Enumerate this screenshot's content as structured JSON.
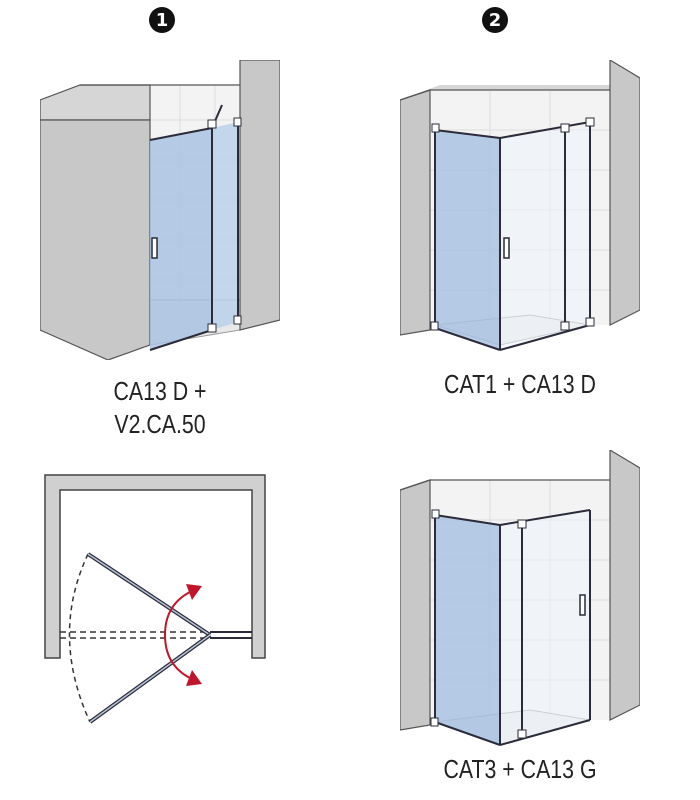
{
  "badges": {
    "one": "1",
    "two": "2"
  },
  "captions": {
    "config1_line1": "CA13 D +",
    "config1_line2": "V2.CA.50",
    "config2": "CAT1 + CA13 D",
    "config3": "CAT3 + CA13 G"
  },
  "colors": {
    "wall": "#c8c8c8",
    "wall_dark": "#a8a8a8",
    "tile": "#f2f2f2",
    "glass": "#a9c3e2",
    "profile": "#2b2b3a",
    "arrow": "#c0152a"
  }
}
